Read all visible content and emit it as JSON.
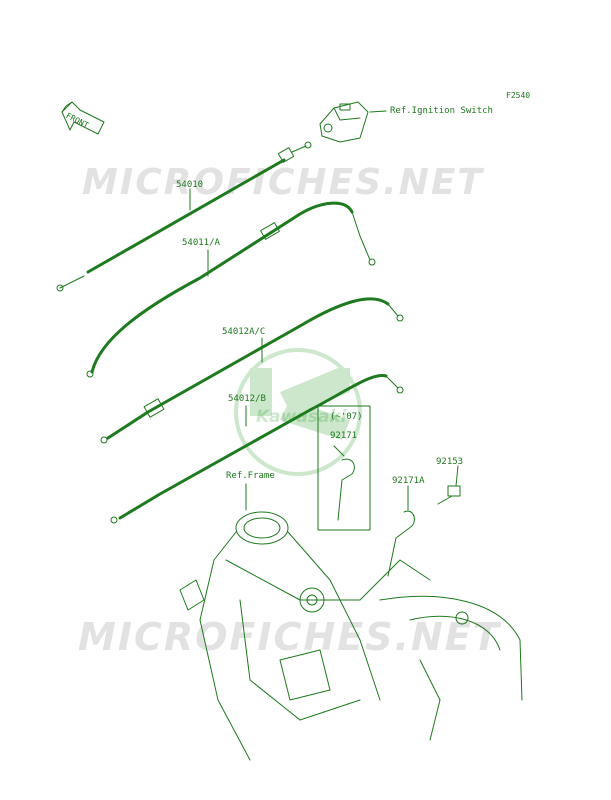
{
  "diagram_code": "F2540",
  "front_label": "FRONT",
  "watermark": "MICROFICHES.NET",
  "brand_logo_text": "Kawasaki",
  "colors": {
    "line": "#1e7a1e",
    "watermark": "#e2e2e2",
    "background": "#ffffff"
  },
  "references": {
    "ignition_switch": "Ref.Ignition Switch",
    "frame": "Ref.Frame"
  },
  "year_note": "(~'07)",
  "parts": {
    "p54010": "54010",
    "p54011A": "54011/A",
    "p54012AC": "54012A/C",
    "p54012B": "54012/B",
    "p92171": "92171",
    "p92171A": "92171A",
    "p92153": "92153"
  }
}
